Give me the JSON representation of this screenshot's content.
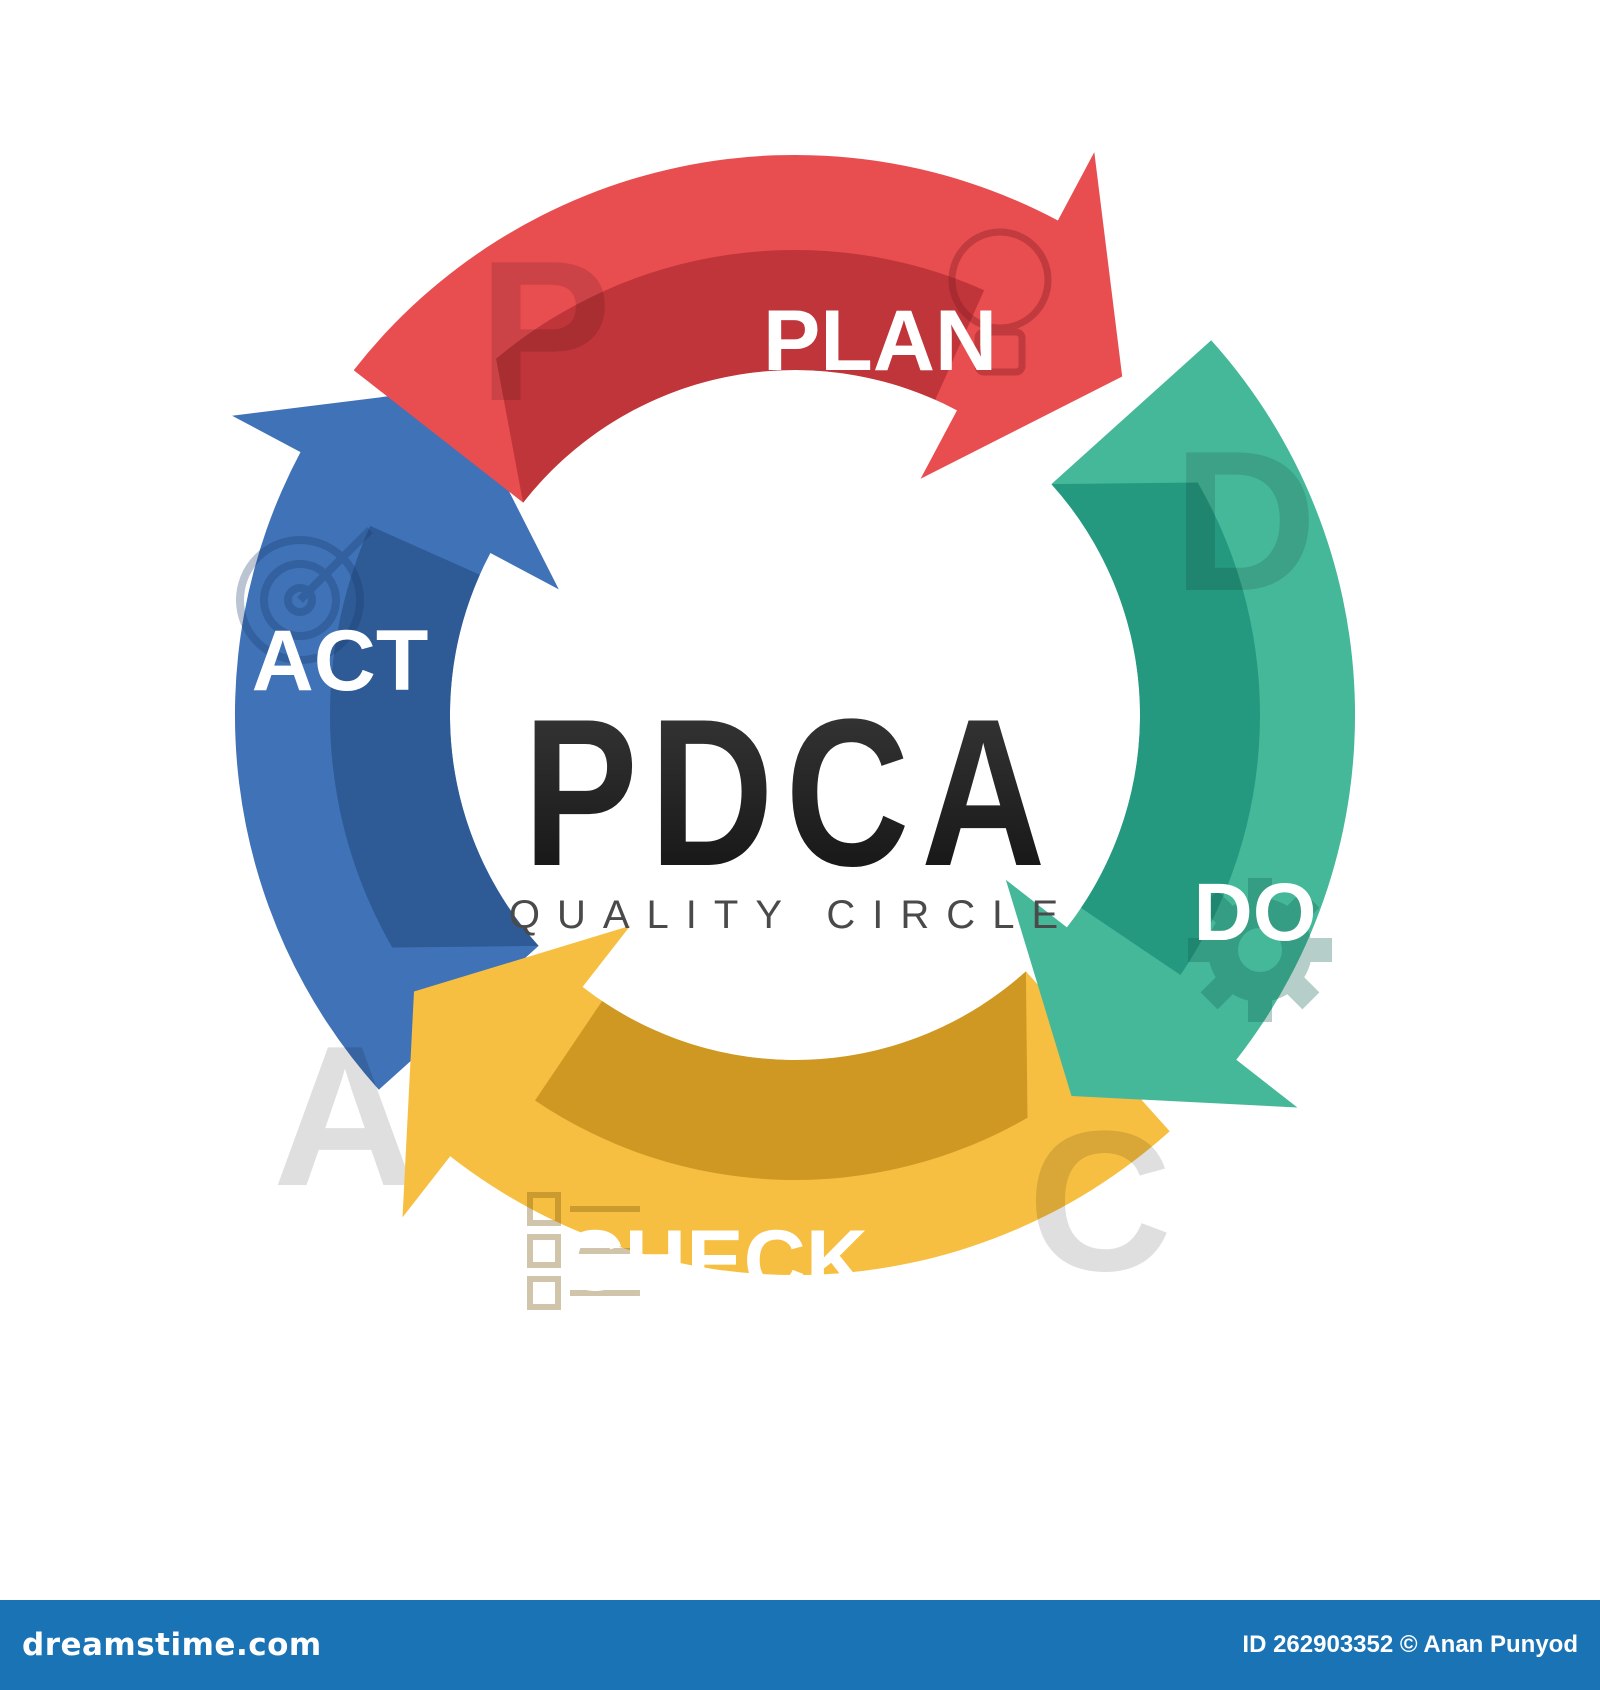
{
  "title": "PDCA",
  "subtitle": "QUALITY CIRCLE",
  "stages": [
    {
      "key": "plan",
      "label": "PLAN",
      "letter": "P",
      "icon": "lightbulb-icon",
      "color": "#e84d50",
      "dark": "#b83136"
    },
    {
      "key": "do",
      "label": "DO",
      "letter": "D",
      "icon": "gear-icon",
      "color": "#45b89a",
      "dark": "#20937a"
    },
    {
      "key": "check",
      "label": "CHECK",
      "letter": "C",
      "icon": "checklist-icon",
      "color": "#f7bf41",
      "dark": "#c8901e"
    },
    {
      "key": "act",
      "label": "ACT",
      "letter": "A",
      "icon": "target-icon",
      "color": "#3f72b7",
      "dark": "#2c5690"
    }
  ],
  "watermark": "dreamstime",
  "footer": {
    "logo": "dreamstime.com",
    "id_text": "ID 262903352 © Anan Punyod"
  }
}
